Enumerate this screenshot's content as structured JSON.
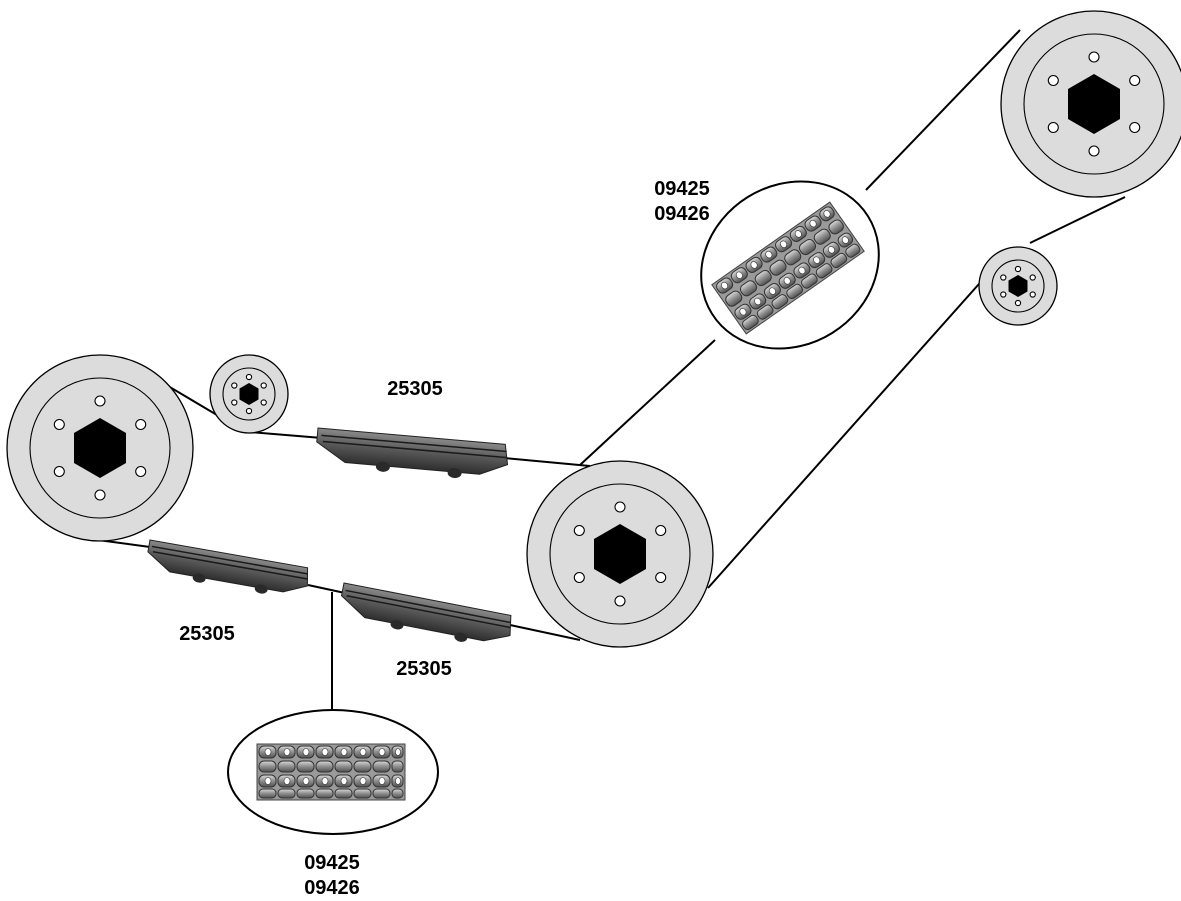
{
  "labels": {
    "chain_top": [
      "09425",
      "09426"
    ],
    "chain_bottom": [
      "09425",
      "09426"
    ],
    "guide_top": "25305",
    "guide_lower_left": "25305",
    "guide_lower_right": "25305"
  }
}
